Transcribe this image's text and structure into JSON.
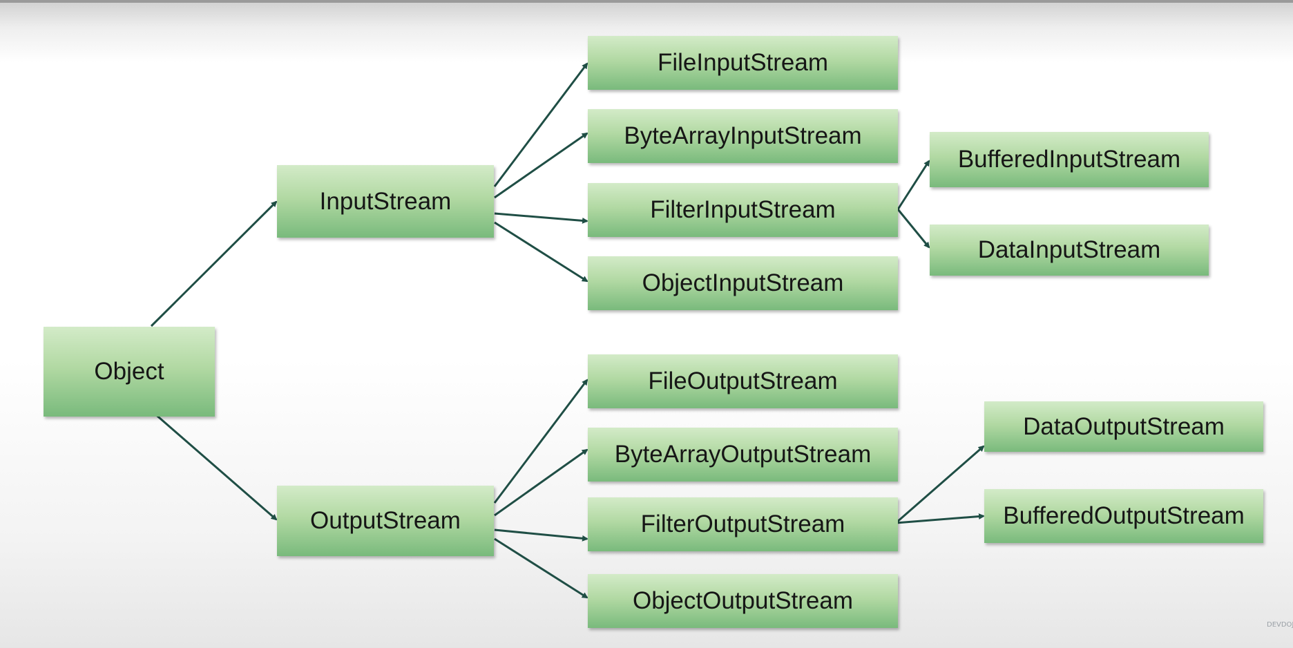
{
  "diagram": {
    "nodes": {
      "object": "Object",
      "input_stream": "InputStream",
      "output_stream": "OutputStream",
      "file_input_stream": "FileInputStream",
      "byte_array_input_stream": "ByteArrayInputStream",
      "filter_input_stream": "FilterInputStream",
      "object_input_stream": "ObjectInputStream",
      "buffered_input_stream": "BufferedInputStream",
      "data_input_stream": "DataInputStream",
      "file_output_stream": "FileOutputStream",
      "byte_array_output_stream": "ByteArrayOutputStream",
      "filter_output_stream": "FilterOutputStream",
      "object_output_stream": "ObjectOutputStream",
      "data_output_stream": "DataOutputStream",
      "buffered_output_stream": "BufferedOutputStream"
    },
    "edges": [
      [
        "object",
        "input_stream"
      ],
      [
        "object",
        "output_stream"
      ],
      [
        "input_stream",
        "file_input_stream"
      ],
      [
        "input_stream",
        "byte_array_input_stream"
      ],
      [
        "input_stream",
        "filter_input_stream"
      ],
      [
        "input_stream",
        "object_input_stream"
      ],
      [
        "filter_input_stream",
        "buffered_input_stream"
      ],
      [
        "filter_input_stream",
        "data_input_stream"
      ],
      [
        "output_stream",
        "file_output_stream"
      ],
      [
        "output_stream",
        "byte_array_output_stream"
      ],
      [
        "output_stream",
        "filter_output_stream"
      ],
      [
        "output_stream",
        "object_output_stream"
      ],
      [
        "filter_output_stream",
        "data_output_stream"
      ],
      [
        "filter_output_stream",
        "buffered_output_stream"
      ]
    ],
    "colors": {
      "box_top": "#d3ebc8",
      "box_bottom": "#79ba7c",
      "arrow": "#1f4e45",
      "text": "#161616"
    }
  },
  "watermark": "DEVDOJO"
}
